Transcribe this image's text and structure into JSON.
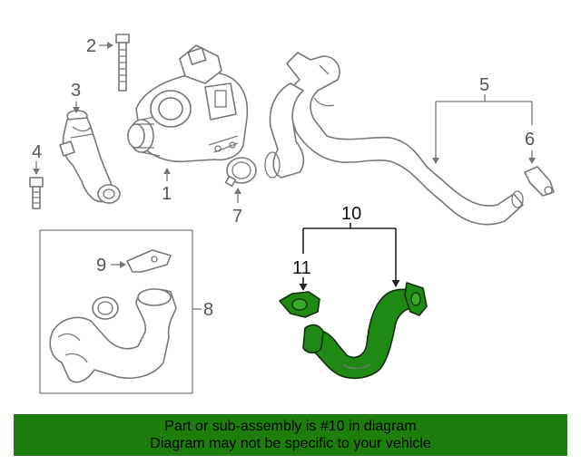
{
  "callouts": {
    "c1": "1",
    "c2": "2",
    "c3": "3",
    "c4": "4",
    "c5": "5",
    "c6": "6",
    "c7": "7",
    "c8": "8",
    "c9": "9",
    "c10": "10",
    "c11": "11"
  },
  "banner": {
    "line1": "Part or sub-assembly is #10 in diagram",
    "line2": "Diagram may not be specific to your vehicle"
  },
  "colors": {
    "highlight": "#1e8a14",
    "banner_bg": "#1d7e0c",
    "line_art": "#777777"
  }
}
